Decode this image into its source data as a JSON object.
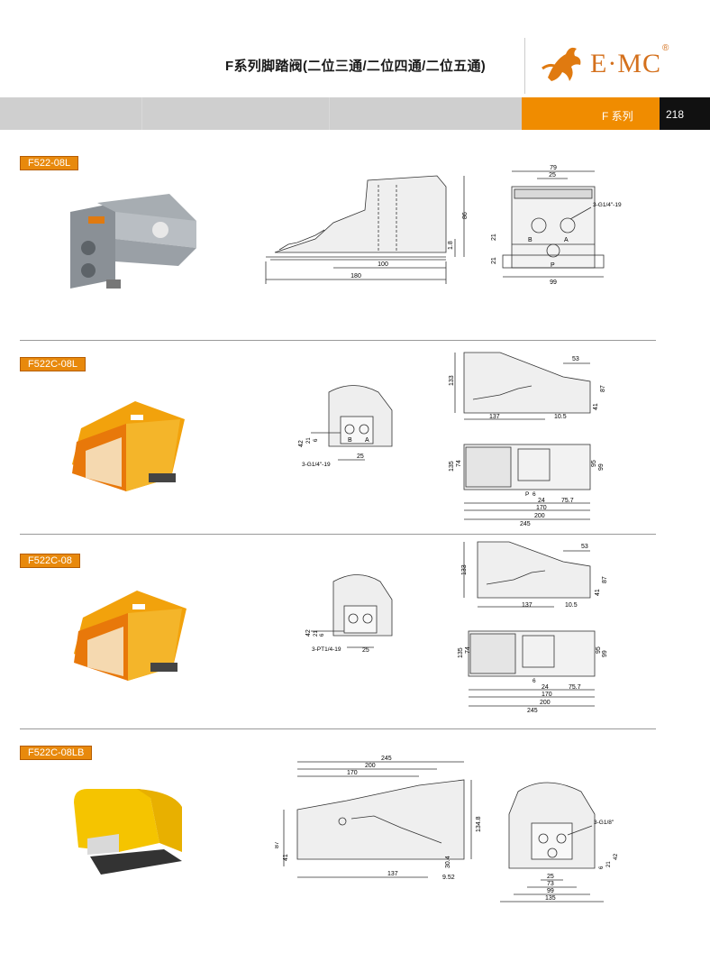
{
  "header": {
    "title": "F系列脚踏阀(二位三通/二位四通/二位五通)",
    "brand": "E·MC",
    "registered": "®",
    "series": "F 系列",
    "page_number": "218"
  },
  "colors": {
    "accent": "#f08c00",
    "bar": "#cfcfcf",
    "pedal_orange": "#f2a20c",
    "pedal_yellow": "#f5c400"
  },
  "products": [
    {
      "model": "F522-08L",
      "side": {
        "dim_height": "86",
        "dim_gap": "1.8",
        "dim_mid": "100",
        "dim_len": "180"
      },
      "front": {
        "dim_top": "79",
        "dim_ports": "25",
        "port_label": "3-G1/4\"-19",
        "dim_a": "21",
        "dim_b": "21",
        "dim_width": "99",
        "port_b": "B",
        "port_a": "A",
        "port_p": "P"
      }
    },
    {
      "model": "F522C-08L",
      "front": {
        "dim_42": "42",
        "dim_21": "21",
        "dim_6": "6",
        "port_label": "3-G1/4\"-19",
        "dim_25": "25",
        "port_b": "B",
        "port_a": "A"
      },
      "side": {
        "dim_133": "133",
        "dim_53": "53",
        "dim_41": "41",
        "dim_87": "87",
        "dim_137": "137",
        "dim_105": "10.5"
      },
      "top": {
        "dim_135": "135",
        "dim_74": "74",
        "dim_95": "95",
        "dim_99": "99",
        "dim_6": "6",
        "dim_24": "24",
        "dim_757": "75.7",
        "dim_170": "170",
        "dim_200": "200",
        "dim_245": "245",
        "port_p": "P"
      }
    },
    {
      "model": "F522C-08",
      "front": {
        "dim_42": "42",
        "dim_21": "21",
        "dim_6": "6",
        "port_label": "3-PT1/4-19",
        "dim_25": "25"
      },
      "side": {
        "dim_133": "133",
        "dim_53": "53",
        "dim_41": "41",
        "dim_87": "87",
        "dim_137": "137",
        "dim_105": "10.5"
      },
      "top": {
        "dim_135": "135",
        "dim_74": "74",
        "dim_95": "95",
        "dim_99": "99",
        "dim_6": "6",
        "dim_24": "24",
        "dim_757": "75.7",
        "dim_170": "170",
        "dim_200": "200",
        "dim_245": "245"
      }
    },
    {
      "model": "F522C-08LB",
      "side": {
        "dim_245": "245",
        "dim_200": "200",
        "dim_170": "170",
        "dim_87": "87",
        "dim_41": "41",
        "dim_1348": "134.8",
        "dim_137": "137",
        "dim_304": "30.4",
        "dim_952": "9.52"
      },
      "front": {
        "port_label": "3-G1/8\"",
        "dim_42": "42",
        "dim_21": "21",
        "dim_6": "6",
        "dim_25": "25",
        "dim_73": "73",
        "dim_99": "99",
        "dim_135": "135"
      }
    }
  ]
}
